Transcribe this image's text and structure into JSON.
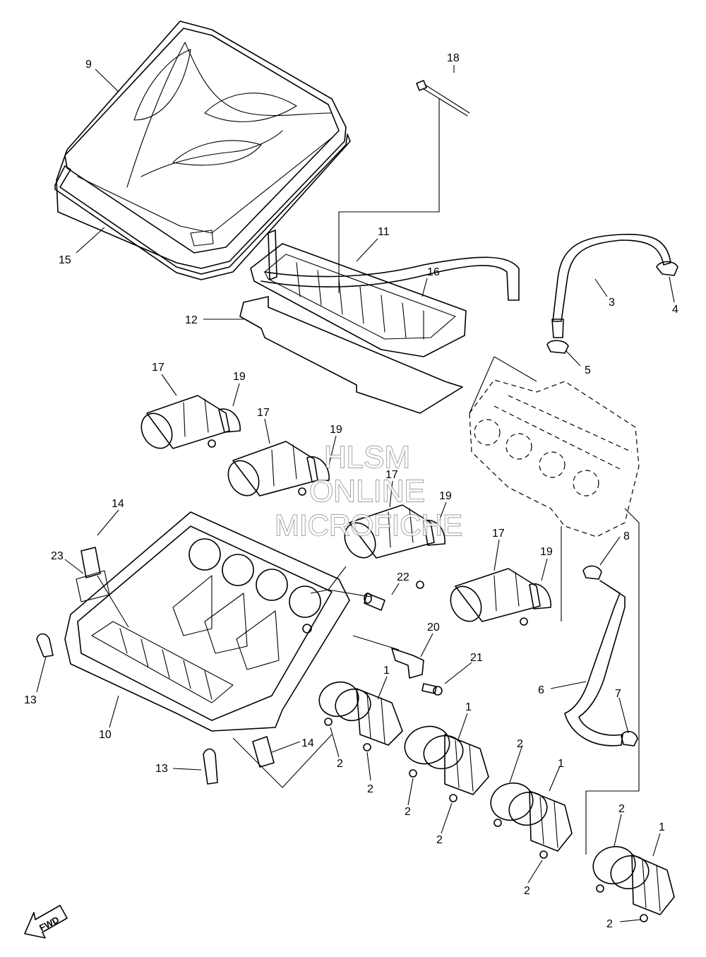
{
  "watermark": {
    "line1": "HLSM",
    "line2": "ONLINE",
    "line3": "MICROFICHE"
  },
  "fwd_label": "FWD",
  "callouts": [
    {
      "id": "c9",
      "text": "9"
    },
    {
      "id": "c15",
      "text": "15"
    },
    {
      "id": "c18",
      "text": "18"
    },
    {
      "id": "c11",
      "text": "11"
    },
    {
      "id": "c16",
      "text": "16"
    },
    {
      "id": "c12",
      "text": "12"
    },
    {
      "id": "c3",
      "text": "3"
    },
    {
      "id": "c4",
      "text": "4"
    },
    {
      "id": "c5",
      "text": "5"
    },
    {
      "id": "c17a",
      "text": "17"
    },
    {
      "id": "c19a",
      "text": "19"
    },
    {
      "id": "c17b",
      "text": "17"
    },
    {
      "id": "c19b",
      "text": "19"
    },
    {
      "id": "c17c",
      "text": "17"
    },
    {
      "id": "c19c",
      "text": "19"
    },
    {
      "id": "c17d",
      "text": "17"
    },
    {
      "id": "c19d",
      "text": "19"
    },
    {
      "id": "c14a",
      "text": "14"
    },
    {
      "id": "c23",
      "text": "23"
    },
    {
      "id": "c22",
      "text": "22"
    },
    {
      "id": "c8",
      "text": "8"
    },
    {
      "id": "c20",
      "text": "20"
    },
    {
      "id": "c21",
      "text": "21"
    },
    {
      "id": "c13a",
      "text": "13"
    },
    {
      "id": "c10",
      "text": "10"
    },
    {
      "id": "c6",
      "text": "6"
    },
    {
      "id": "c7",
      "text": "7"
    },
    {
      "id": "c1a",
      "text": "1"
    },
    {
      "id": "c1b",
      "text": "1"
    },
    {
      "id": "c1c",
      "text": "1"
    },
    {
      "id": "c1d",
      "text": "1"
    },
    {
      "id": "c2a",
      "text": "2"
    },
    {
      "id": "c2b",
      "text": "2"
    },
    {
      "id": "c2c",
      "text": "2"
    },
    {
      "id": "c2d",
      "text": "2"
    },
    {
      "id": "c2e",
      "text": "2"
    },
    {
      "id": "c2f",
      "text": "2"
    },
    {
      "id": "c2g",
      "text": "2"
    },
    {
      "id": "c2h",
      "text": "2"
    },
    {
      "id": "c14b",
      "text": "14"
    },
    {
      "id": "c13b",
      "text": "13"
    }
  ]
}
